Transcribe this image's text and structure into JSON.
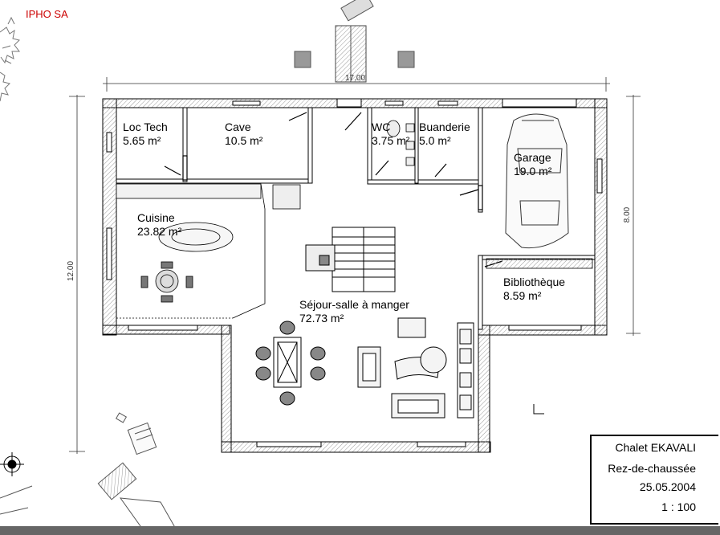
{
  "company": "IPHO SA",
  "dimensions": {
    "top": "17.00",
    "left": "12.00",
    "right": "8.00"
  },
  "rooms": {
    "loc_tech": {
      "name": "Loc Tech",
      "area": "5.65 m²"
    },
    "cave": {
      "name": "Cave",
      "area": "10.5 m²"
    },
    "wc": {
      "name": "WC",
      "area": "3.75 m²"
    },
    "buanderie": {
      "name": "Buanderie",
      "area": "5.0 m²"
    },
    "garage": {
      "name": "Garage",
      "area": "19.0 m²"
    },
    "cuisine": {
      "name": "Cuisine",
      "area": "23.82 m²"
    },
    "bibliotheque": {
      "name": "Bibliothèque",
      "area": "8.59 m²"
    },
    "sejour": {
      "name": "Séjour-salle à manger",
      "area": "72.73 m²"
    }
  },
  "title_block": {
    "project": "Chalet EKAVALI",
    "level": "Rez-de-chaussée",
    "date": "25.05.2004",
    "scale": "1 : 100"
  },
  "colors": {
    "company": "#cc0000",
    "wall_fill": "#ffffff",
    "wall_hatch": "#888888",
    "line": "#000000"
  }
}
